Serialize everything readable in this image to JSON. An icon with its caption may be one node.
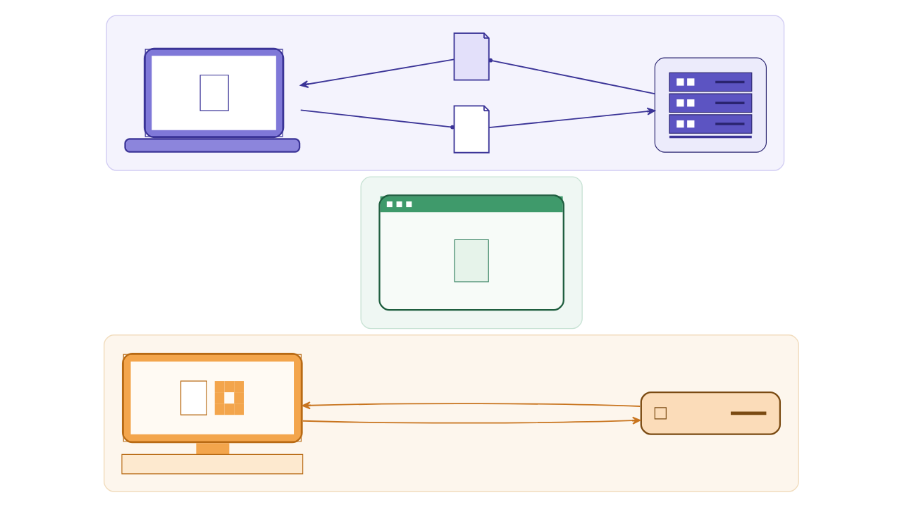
{
  "diagram": {
    "nodes": [
      {
        "text": [],
        "shape": "box"
      },
      {
        "text": [],
        "shape": "picture",
        "in": 0
      },
      {
        "text": [],
        "shape": "picture",
        "in": 0
      },
      {
        "text": [],
        "shape": "picture",
        "in": 0
      },
      {
        "text": [],
        "shape": "picture",
        "in": 0
      },
      {
        "text": [],
        "shape": "box"
      },
      {
        "text": [],
        "shape": "picture",
        "in": 5
      },
      {
        "text": [],
        "shape": "box"
      },
      {
        "text": [],
        "shape": "picture",
        "in": 7
      },
      {
        "text": [],
        "shape": "picture",
        "in": 7
      }
    ],
    "edges": [
      {
        "from": 1,
        "to": 2,
        "arrow": "other"
      },
      {
        "from": 2,
        "to": 4,
        "arrow": "to"
      },
      {
        "from": 4,
        "to": 3,
        "arrow": "other"
      },
      {
        "from": 3,
        "to": 1,
        "arrow": "to"
      },
      {
        "from": 8,
        "to": 9,
        "arrow": "to",
        "color": "#c8741e"
      },
      {
        "from": 9,
        "to": 8,
        "arrow": "to",
        "color": "#c8741e"
      }
    ]
  }
}
